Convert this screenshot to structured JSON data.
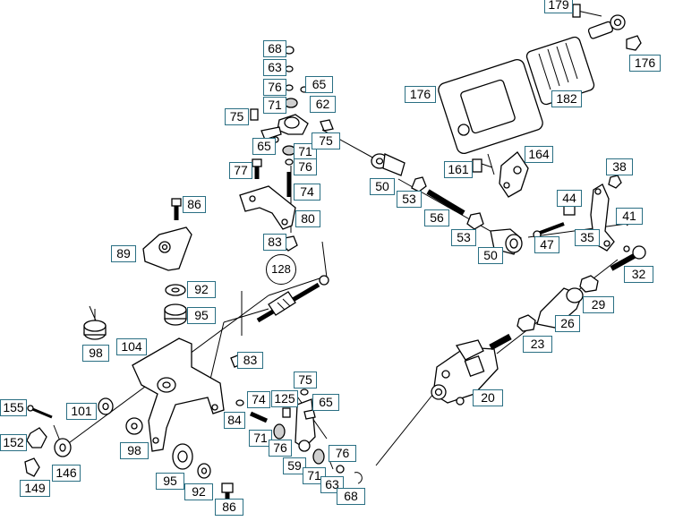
{
  "diagram": {
    "callouts": [
      "179",
      "176",
      "182",
      "176",
      "68",
      "63",
      "76",
      "65",
      "71",
      "62",
      "75",
      "65",
      "71",
      "75",
      "76",
      "77",
      "74",
      "50",
      "53",
      "161",
      "164",
      "38",
      "44",
      "56",
      "86",
      "80",
      "41",
      "53",
      "89",
      "83",
      "35",
      "50",
      "47",
      "32",
      "128",
      "92",
      "29",
      "95",
      "26",
      "98",
      "104",
      "23",
      "83",
      "75",
      "74",
      "125",
      "65",
      "20",
      "155",
      "101",
      "84",
      "152",
      "98",
      "71",
      "76",
      "76",
      "146",
      "59",
      "95",
      "71",
      "63",
      "92",
      "149",
      "68",
      "86"
    ]
  }
}
